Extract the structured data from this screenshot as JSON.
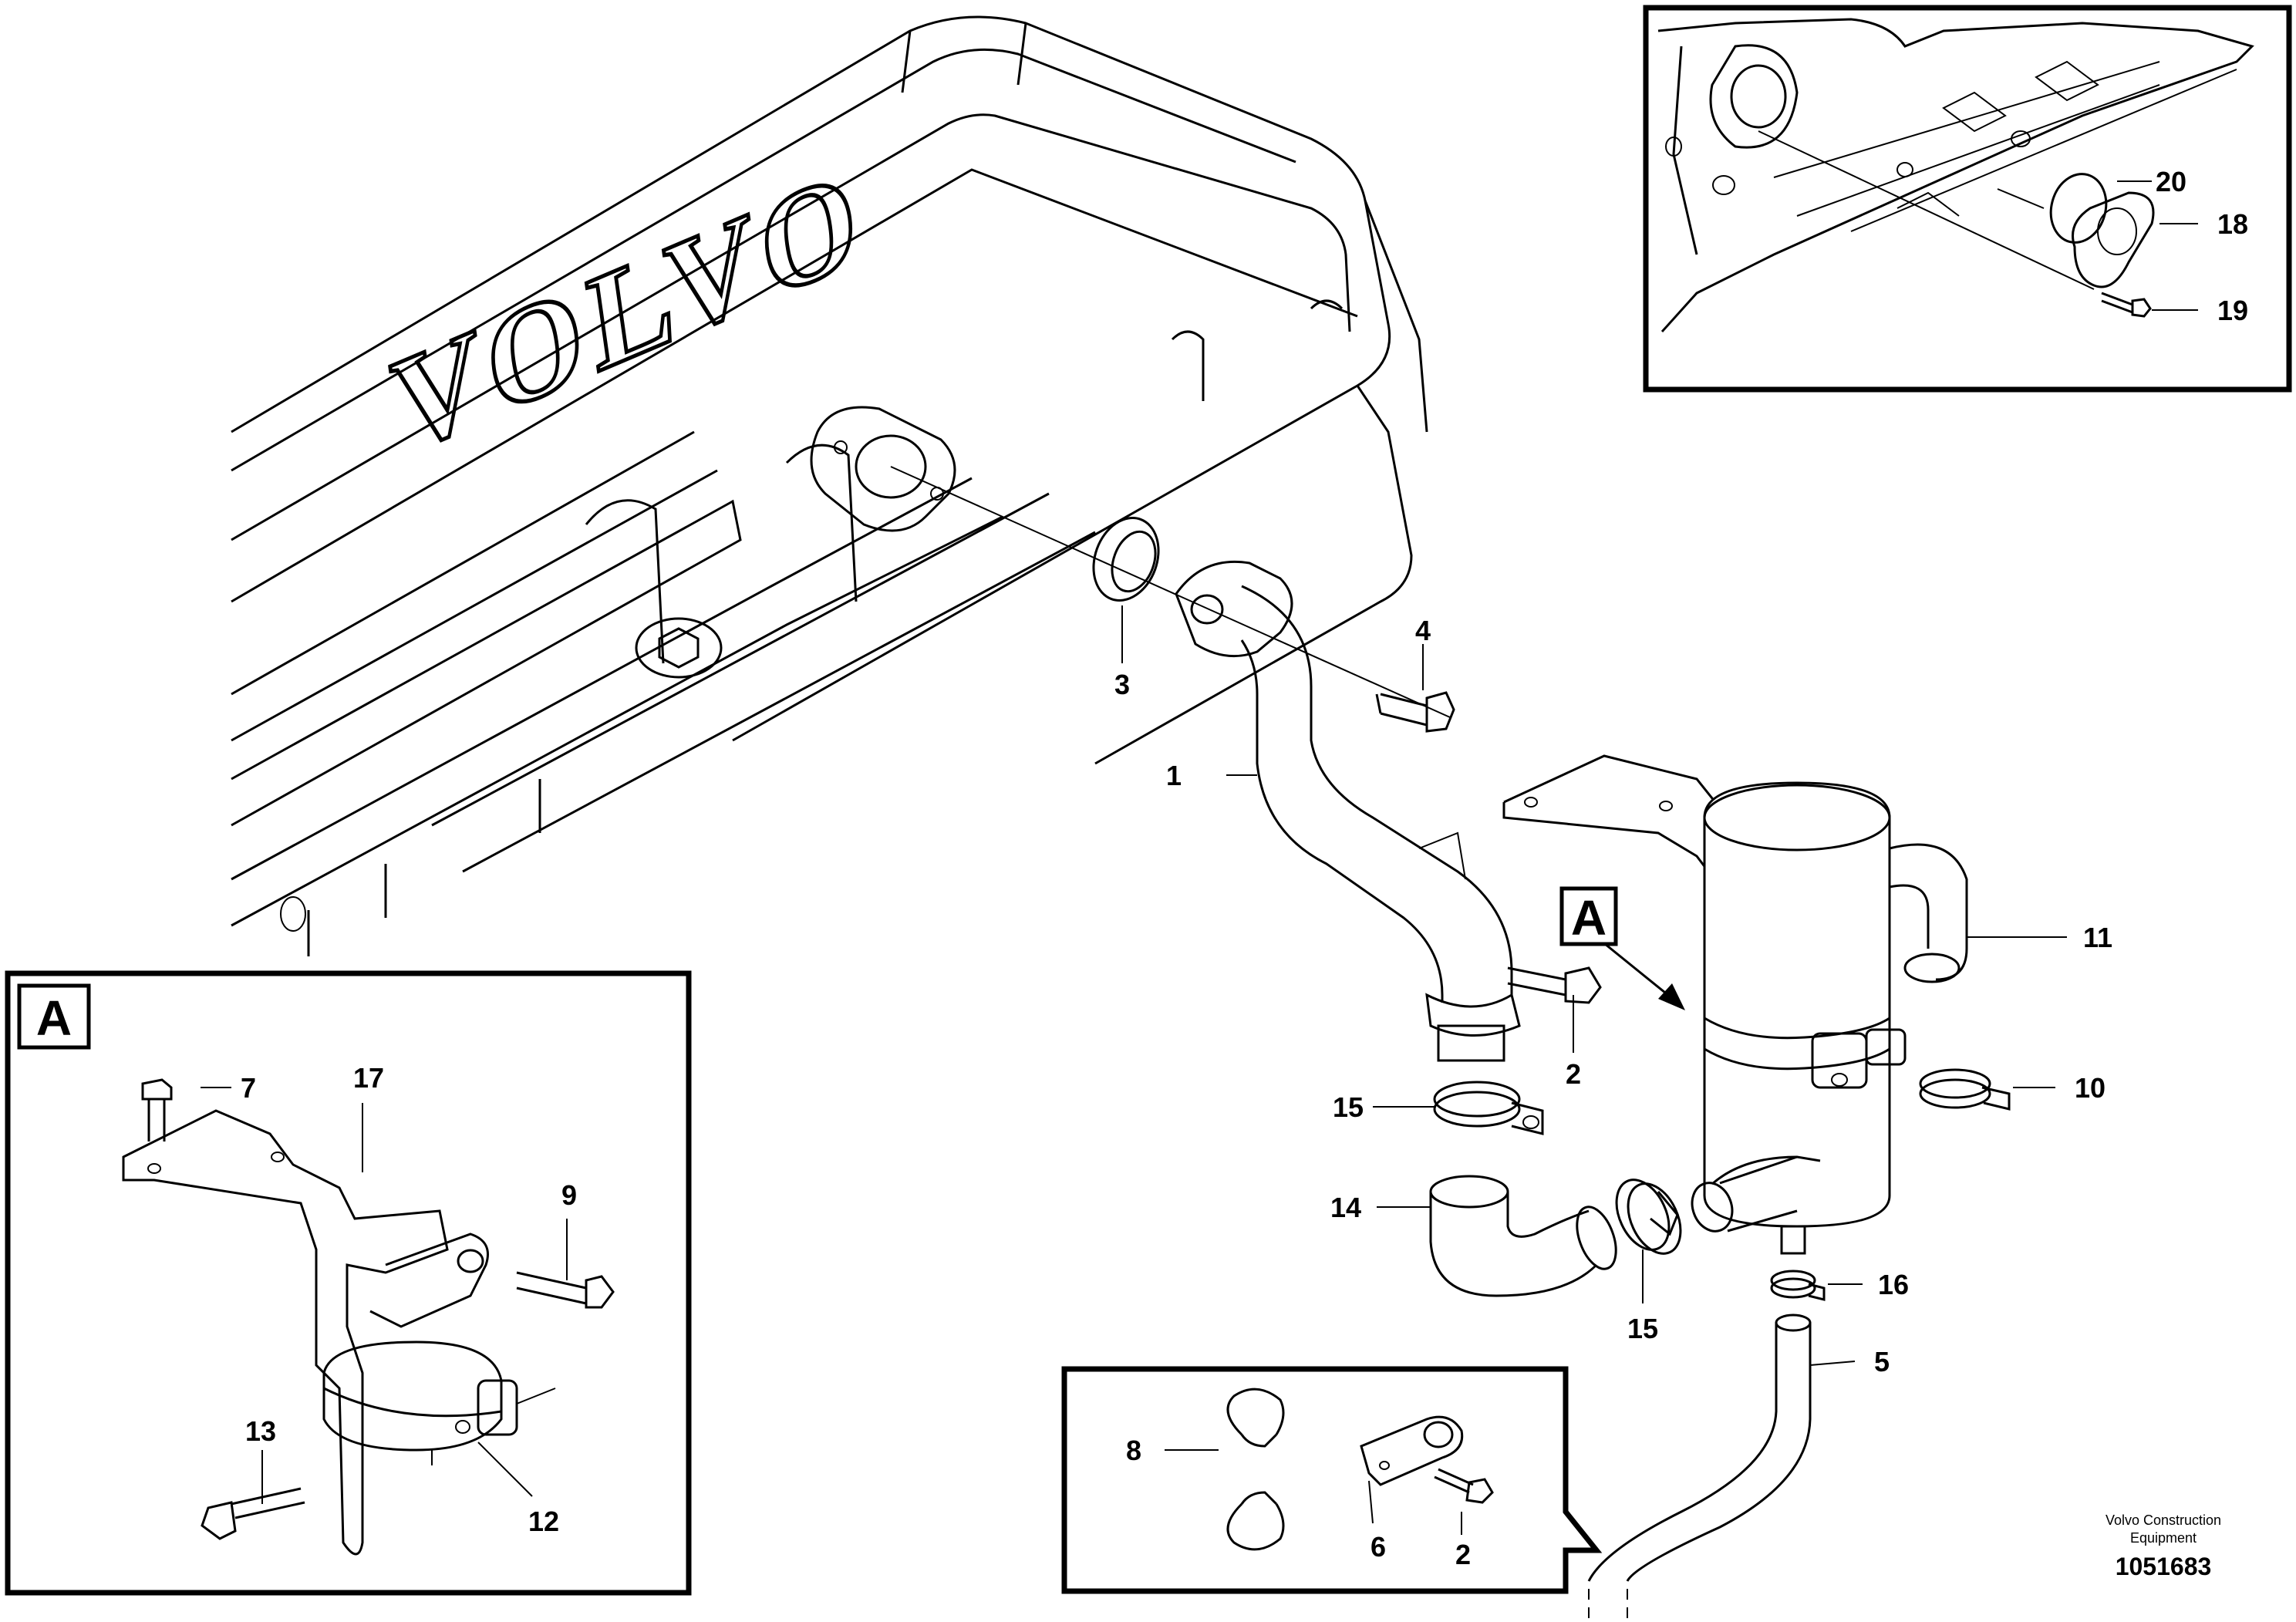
{
  "callouts": {
    "c1": "1",
    "c2a": "2",
    "c2b": "2",
    "c3": "3",
    "c4": "4",
    "c5": "5",
    "c6": "6",
    "c7": "7",
    "c8": "8",
    "c9": "9",
    "c10": "10",
    "c11": "11",
    "c12": "12",
    "c13": "13",
    "c14": "14",
    "c15a": "15",
    "c15b": "15",
    "c16": "16",
    "c17": "17",
    "c18": "18",
    "c19": "19",
    "c20": "20"
  },
  "detail_letter": "A",
  "engine_brand": "VOLVO",
  "credit_line1": "Volvo Construction",
  "credit_line2": "Equipment",
  "document_number": "1051683"
}
